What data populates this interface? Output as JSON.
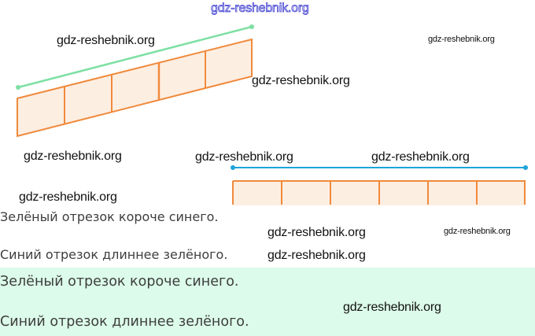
{
  "statements": {
    "s1": "Зелёный отрезок короче синего.",
    "s2": "Синий отрезок длиннее зелёного.",
    "answer1": "Зелёный отрезок короче синего.",
    "answer2": "Синий отрезок длиннее зелёного."
  },
  "figures": {
    "slanted_strip_cells": 5,
    "straight_strip_cells": 6,
    "green_segment_color": "#7ee0a4",
    "blue_segment_color": "#1fa3dc",
    "strip_stroke_color": "#f08a3c",
    "strip_fill_color": "#fdeee2"
  },
  "watermarks": [
    "gdz-reshebnik.org",
    "gdz-reshebnik.org",
    "gdz-reshebnik.org",
    "gdz-reshebnik.org",
    "gdz-reshebnik.org",
    "gdz-reshebnik.org",
    "gdz-reshebnik.org",
    "gdz-reshebnik.org",
    "gdz-reshebnik.org",
    "gdz-reshebnik.org",
    "gdz-reshebnik.org",
    "gdz-reshebnik.org"
  ]
}
